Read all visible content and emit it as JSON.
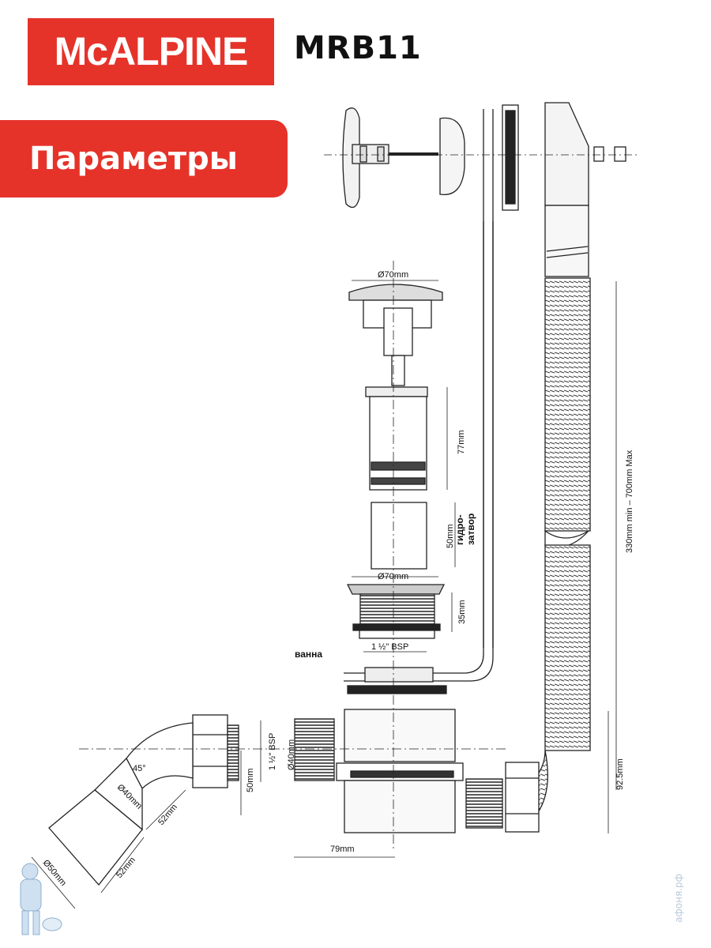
{
  "brand": {
    "logo_text": "McALPINE",
    "model": "MRB11"
  },
  "section": {
    "title": "Параметры"
  },
  "labels": {
    "cap_diameter": "Ø70mm",
    "body_height": "77mm",
    "trap_height": "50mm",
    "trap_label_1": "гидро-",
    "trap_label_2": "затвор",
    "waste_diameter": "Ø70mm",
    "thread_height": "35mm",
    "thread_size": "1 ½\" BSP",
    "bath": "ванна",
    "hose_length": "330mm min – 700mm Max",
    "outlet_height": "92.5mm",
    "trap_outlet_thread": "1 ½\" BSP",
    "trap_outlet_diameter": "Ø40mm",
    "outlet_drop": "50mm",
    "trap_offset": "79mm",
    "angle": "45°",
    "elbow_diameter": "Ø40mm",
    "elbow_length": "52mm",
    "pipe_length": "52mm",
    "pipe_diameter": "Ø50mm"
  },
  "watermark": {
    "text": "афоня.рф"
  },
  "colors": {
    "brand_red": "#e5332a"
  }
}
